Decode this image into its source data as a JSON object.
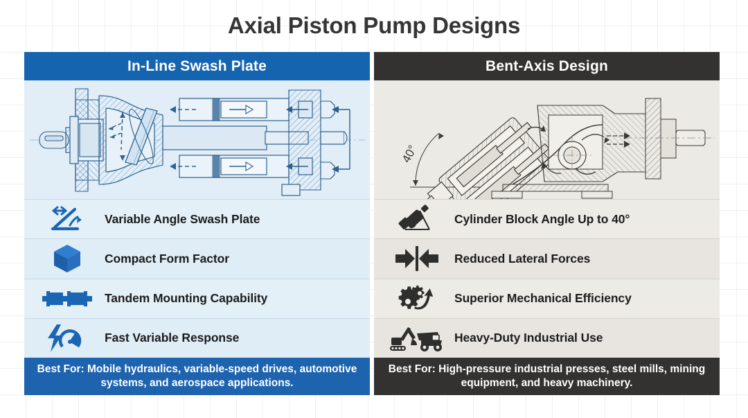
{
  "title": "Axial Piston Pump Designs",
  "colors": {
    "blue_header": "#1564b0",
    "dark_header": "#333230",
    "blue_panel_bg": "#e4f0f8",
    "beige_panel_bg": "#edebe6",
    "blue_footer": "#1d63ae",
    "icon_blue": "#1a66b5",
    "icon_dark": "#2e2e2c",
    "title_color": "#353535"
  },
  "left_panel": {
    "header": "In-Line Swash Plate",
    "figure_name": "in-line-swash-plate-cutaway-drawing",
    "features": [
      {
        "icon": "swash-plate-angle-icon",
        "label": "Variable Angle Swash Plate"
      },
      {
        "icon": "cube-icon",
        "label": "Compact Form Factor"
      },
      {
        "icon": "tandem-cylinders-icon",
        "label": "Tandem Mounting Capability"
      },
      {
        "icon": "lightning-gauge-icon",
        "label": "Fast Variable Response"
      }
    ],
    "footer_prefix": "Best For:",
    "footer_text": " Mobile hydraulics, variable-speed drives, automotive systems, and aerospace applications."
  },
  "right_panel": {
    "header": "Bent-Axis Design",
    "figure_name": "bent-axis-pump-cutaway-drawing",
    "figure_annotation": "40°",
    "features": [
      {
        "icon": "angled-cylinder-protractor-icon",
        "label": "Cylinder Block Angle Up to 40°"
      },
      {
        "icon": "opposing-arrows-icon",
        "label": "Reduced Lateral Forces"
      },
      {
        "icon": "gears-arrow-icon",
        "label": "Superior Mechanical Efficiency"
      },
      {
        "icon": "excavator-dump-truck-icon",
        "label": "Heavy-Duty Industrial Use"
      }
    ],
    "footer_prefix": "Best For:",
    "footer_text": " High-pressure industrial presses, steel mills, mining equipment, and heavy machinery."
  }
}
